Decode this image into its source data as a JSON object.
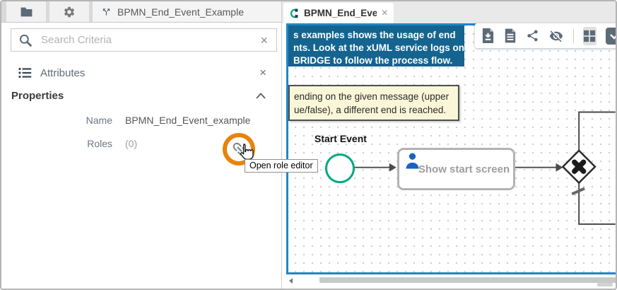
{
  "left_panel": {
    "tab_label": "BPMN_End_Event_Example",
    "search": {
      "placeholder": "Search Criteria",
      "clear": "×"
    },
    "attributes": {
      "title": "Attributes",
      "close": "×"
    },
    "properties_title": "Properties",
    "fields": [
      {
        "label": "Name",
        "value": "BPMN_End_Event_example"
      },
      {
        "label": "Roles",
        "value": "(0)"
      }
    ],
    "tooltip": "Open role editor"
  },
  "right_panel": {
    "tab_label": "BPMN_End_Event_ex...",
    "tab_close": "×",
    "canvas": {
      "info_lines": [
        "s examples shows the usage of end",
        "nts. Look at the xUML service logs on",
        "BRIDGE to follow the process flow."
      ],
      "note_lines": [
        "ending on the given message (upper",
        "ue/false), a different end is reached."
      ],
      "start_event_label": "Start Event",
      "task_label": "Show start screen"
    },
    "toolbar_icons": [
      "download",
      "log",
      "share",
      "hide",
      "grid",
      "collapse"
    ]
  },
  "colors": {
    "canvas_border_blue": "#1e88c6",
    "info_box_blue": "#14648f",
    "note_yellow": "#faf7d8",
    "start_event_green": "#00a884",
    "highlight_orange": "#e8830a",
    "person_blue": "#1565c0",
    "icon_slate": "#5c6b78"
  }
}
